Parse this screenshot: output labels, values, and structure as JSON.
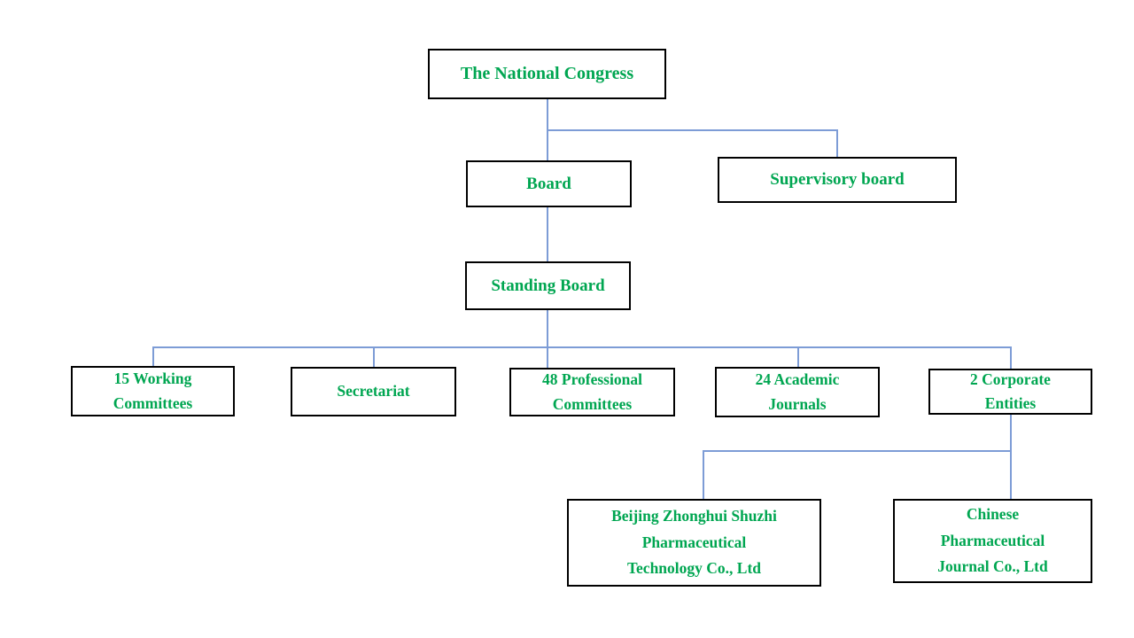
{
  "colors": {
    "text_green": "#00A651",
    "connector_blue": "#7D9CD6",
    "box_border": "#000000",
    "background": "#FFFFFF"
  },
  "org_chart": {
    "type": "organizational-chart",
    "nodes": {
      "congress": {
        "label": "The National Congress"
      },
      "board": {
        "label": "Board"
      },
      "supervisory": {
        "label": "Supervisory board"
      },
      "standing": {
        "label": "Standing Board"
      },
      "working": {
        "label": "15 Working\nCommittees"
      },
      "secretariat": {
        "label": "Secretariat"
      },
      "professional": {
        "label": "48 Professional\nCommittees"
      },
      "journals": {
        "label": "24 Academic\nJournals"
      },
      "corporate": {
        "label": "2 Corporate\nEntities"
      },
      "beijing": {
        "label": "Beijing Zhonghui Shuzhi\nPharmaceutical\nTechnology Co., Ltd"
      },
      "chinese": {
        "label": "Chinese\nPharmaceutical\nJournal Co., Ltd"
      }
    },
    "edges": [
      {
        "from": "The National Congress",
        "to": "Board"
      },
      {
        "from": "The National Congress",
        "to": "Supervisory board"
      },
      {
        "from": "Board",
        "to": "Standing Board"
      },
      {
        "from": "Standing Board",
        "to": "15 Working Committees"
      },
      {
        "from": "Standing Board",
        "to": "Secretariat"
      },
      {
        "from": "Standing Board",
        "to": "48 Professional Committees"
      },
      {
        "from": "Standing Board",
        "to": "24 Academic Journals"
      },
      {
        "from": "Standing Board",
        "to": "2 Corporate Entities"
      },
      {
        "from": "2 Corporate Entities",
        "to": "Beijing Zhonghui Shuzhi Pharmaceutical Technology Co., Ltd"
      },
      {
        "from": "2 Corporate Entities",
        "to": "Chinese Pharmaceutical Journal Co., Ltd"
      }
    ]
  }
}
